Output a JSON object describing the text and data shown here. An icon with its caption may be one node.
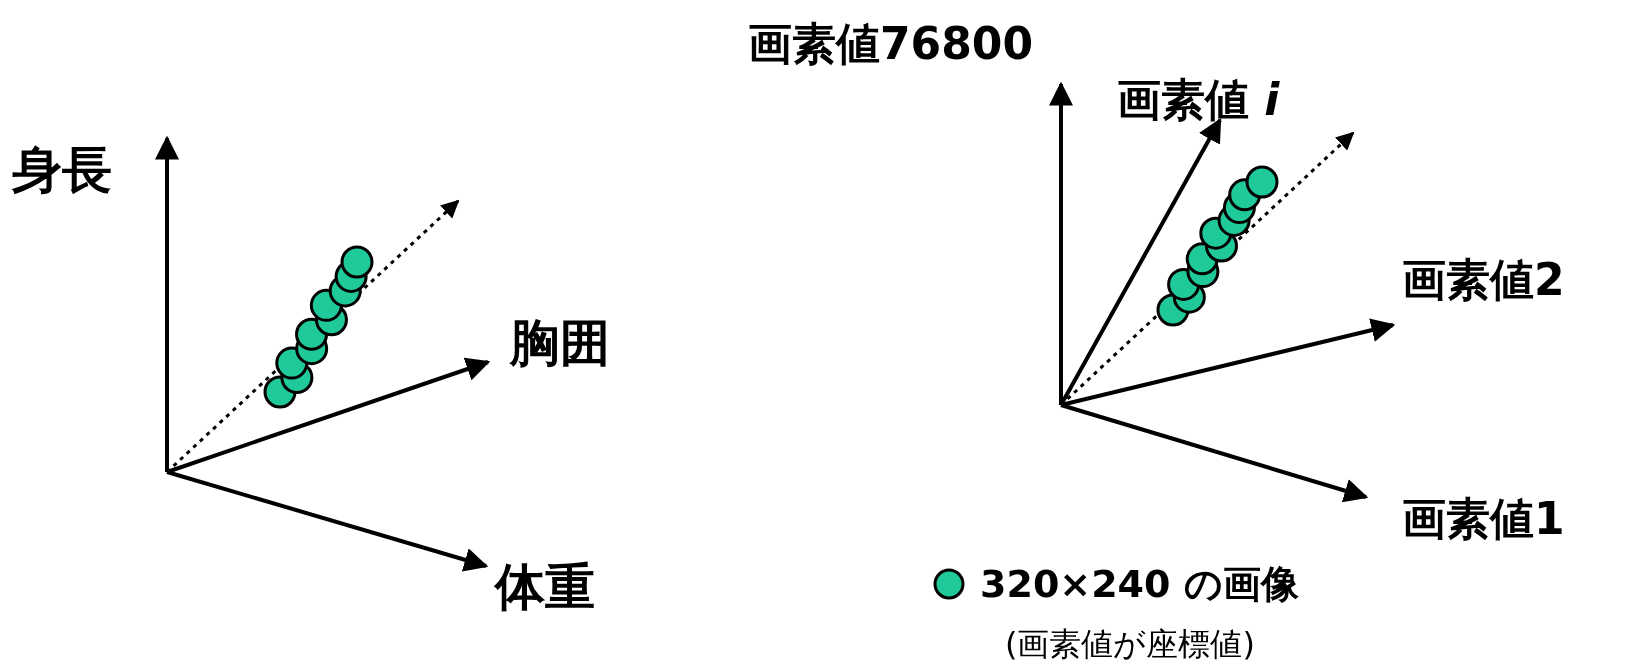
{
  "diagram": {
    "labels": [
      "身長",
      "胸囲",
      "体重",
      "画素値76800",
      "画素値 *i*",
      "画素値2",
      "画素値1",
      "(画素値が座標値)"
    ],
    "legend": [
      {
        "text": "320×240 の画像",
        "color": "#1fc99a"
      }
    ]
  }
}
